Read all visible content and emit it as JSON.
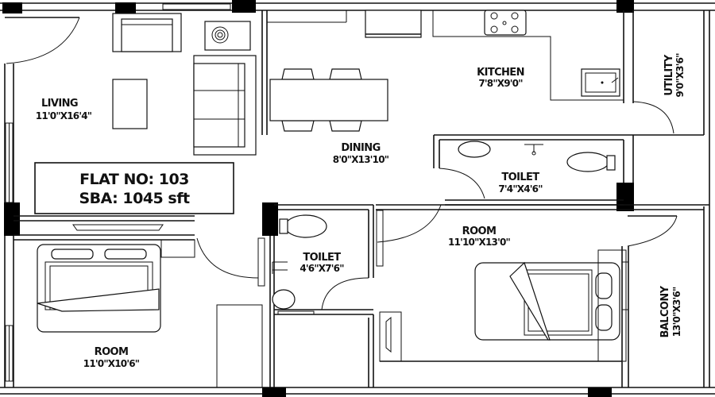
{
  "plan": {
    "background": "#ffffff",
    "line_color": "#111111",
    "info_box": {
      "flat_no": "FLAT NO: 103",
      "sba": "SBA: 1045 sft"
    },
    "rooms": [
      {
        "id": "living",
        "name": "LIVING",
        "dims": "11'0\"X16'4\""
      },
      {
        "id": "dining",
        "name": "DINING",
        "dims": "8'0\"X13'10\""
      },
      {
        "id": "kitchen",
        "name": "KITCHEN",
        "dims": "7'8\"X9'0\""
      },
      {
        "id": "utility",
        "name": "UTILITY",
        "dims": "9'0\"X3'6\""
      },
      {
        "id": "toilet-1",
        "name": "TOILET",
        "dims": "7'4\"X4'6\""
      },
      {
        "id": "toilet-2",
        "name": "TOILET",
        "dims": "4'6\"X7'6\""
      },
      {
        "id": "room-1",
        "name": "ROOM",
        "dims": "11'0\"X10'6\""
      },
      {
        "id": "room-2",
        "name": "ROOM",
        "dims": "11'10\"X13'0\""
      },
      {
        "id": "balcony",
        "name": "BALCONY",
        "dims": "13'0\"X3'6\""
      }
    ],
    "icons": [
      "door-swing-icon",
      "sofa-icon",
      "armchair-icon",
      "coffee-table-icon",
      "dining-table-icon",
      "stove-icon",
      "sink-icon",
      "wash-basin-icon",
      "toilet-icon",
      "shower-icon",
      "bed-icon",
      "wardrobe-icon",
      "window-icon",
      "pillar-icon"
    ]
  }
}
